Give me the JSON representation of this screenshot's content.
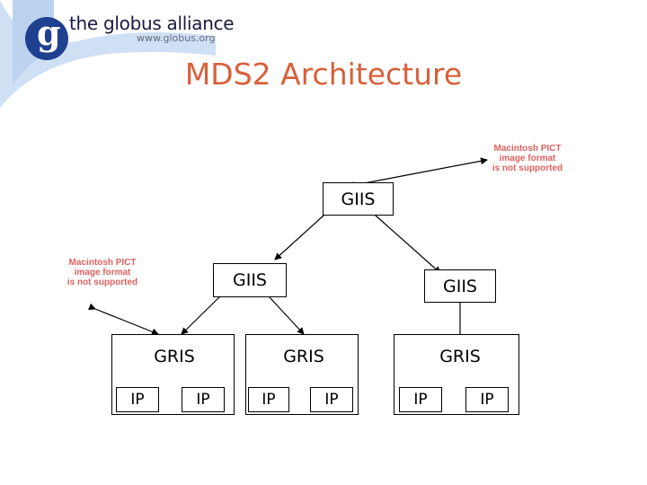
{
  "logo": {
    "g": "g",
    "name": "the globus alliance",
    "url": "www.globus.org"
  },
  "title": "MDS2 Architecture",
  "pict_placeholder": [
    "Macintosh PICT",
    "image format",
    "is not supported"
  ],
  "nodes": {
    "giis_top": "GIIS",
    "giis_left": "GIIS",
    "giis_right": "GIIS",
    "gris": [
      "GRIS",
      "GRIS",
      "GRIS"
    ],
    "ip": [
      "IP",
      "IP",
      "IP",
      "IP",
      "IP",
      "IP"
    ]
  },
  "colors": {
    "title": "#d9603a",
    "logo_blue": "#1f3f8f",
    "pict_text": "#e06060"
  }
}
